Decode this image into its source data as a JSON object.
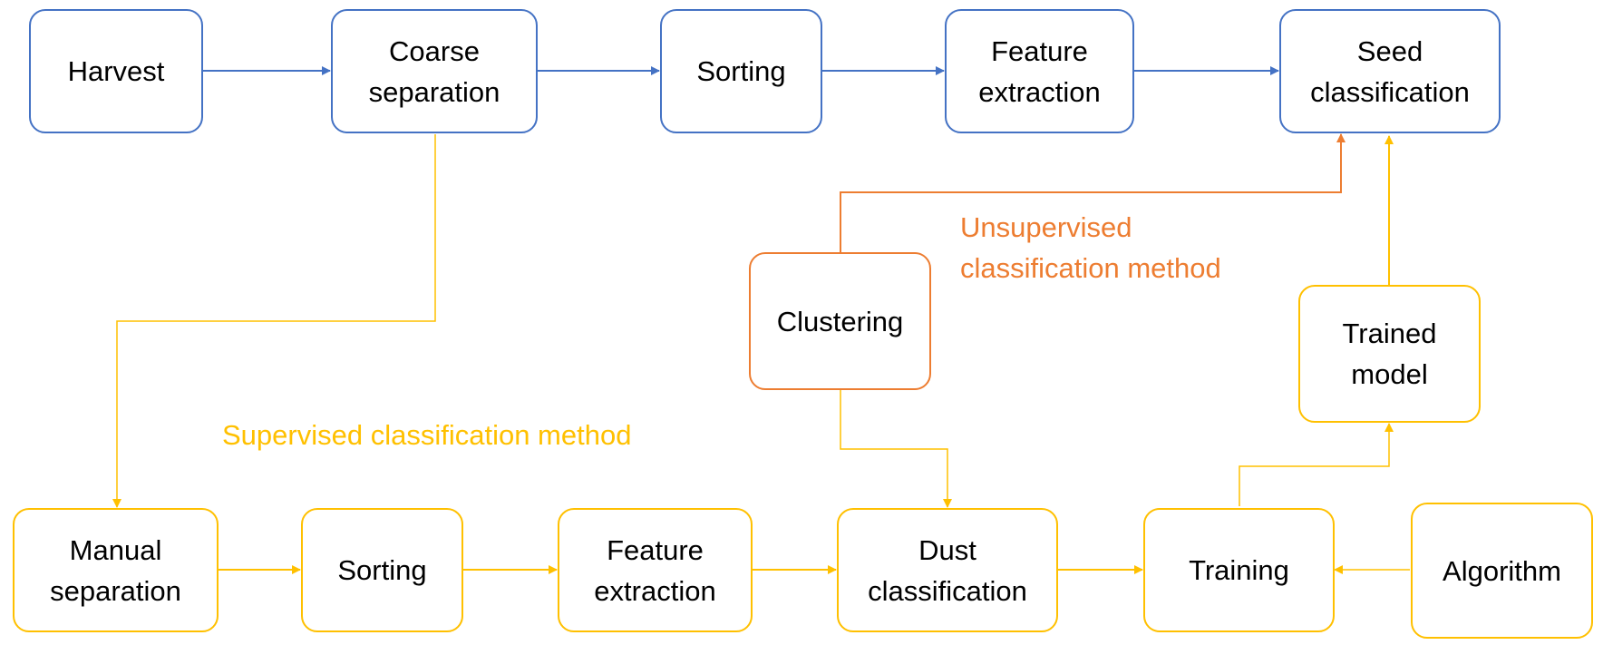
{
  "colors": {
    "top_flow": "#4472C4",
    "supervised": "#FFC000",
    "unsupervised": "#ED7D31"
  },
  "top_row": {
    "harvest": "Harvest",
    "coarse_separation": "Coarse\nseparation",
    "sorting": "Sorting",
    "feature_extraction": "Feature\nextraction",
    "seed_classification": "Seed\nclassification"
  },
  "unsupervised": {
    "label": "Unsupervised\nclassification method",
    "clustering": "Clustering"
  },
  "supervised": {
    "label": "Supervised classification method",
    "manual_separation": "Manual\nseparation",
    "sorting": "Sorting",
    "feature_extraction": "Feature\nextraction",
    "dust_classification": "Dust\nclassification",
    "training": "Training",
    "algorithm": "Algorithm",
    "trained_model": "Trained\nmodel"
  }
}
